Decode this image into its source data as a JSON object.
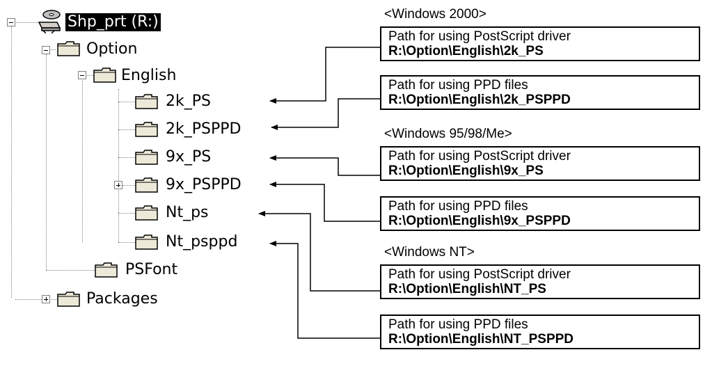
{
  "tree": {
    "drive_label": "Shp_prt (R:)",
    "option": "Option",
    "english": "English",
    "items": [
      "2k_PS",
      "2k_PSPPD",
      "9x_PS",
      "9x_PSPPD",
      "Nt_ps",
      "Nt_psppd"
    ],
    "psfont": "PSFont",
    "packages": "Packages"
  },
  "sections": [
    {
      "header": "<Windows 2000>",
      "boxes": [
        {
          "desc": "Path for using PostScript driver",
          "path": "R:\\Option\\English\\2k_PS"
        },
        {
          "desc": "Path for using PPD files",
          "path": "R:\\Option\\English\\2k_PSPPD"
        }
      ]
    },
    {
      "header": "<Windows 95/98/Me>",
      "boxes": [
        {
          "desc": "Path for using PostScript driver",
          "path": "R:\\Option\\English\\9x_PS"
        },
        {
          "desc": "Path for using PPD files",
          "path": "R:\\Option\\English\\9x_PSPPD"
        }
      ]
    },
    {
      "header": "<Windows NT>",
      "boxes": [
        {
          "desc": "Path for using PostScript driver",
          "path": "R:\\Option\\English\\NT_PS"
        },
        {
          "desc": "Path for using PPD files",
          "path": "R:\\Option\\English\\NT_PSPPD"
        }
      ]
    }
  ],
  "icons": {
    "drive": "network-drive-icon",
    "folder": "folder-icon",
    "collapse": "minus-icon",
    "expand": "plus-icon"
  },
  "colors": {
    "selection_bg": "#000000",
    "selection_text": "#ffffff",
    "folder_fill": "#ece9d8",
    "tree_lines": "#808080"
  }
}
